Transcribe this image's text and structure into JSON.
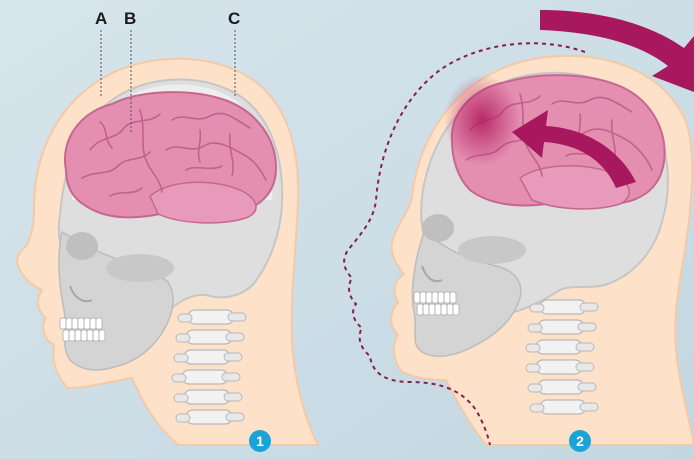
{
  "labels": {
    "a": "A",
    "b": "B",
    "c": "C"
  },
  "panels": [
    {
      "number": "1"
    },
    {
      "number": "2"
    }
  ],
  "colors": {
    "background": "#cbdde6",
    "skin": "#fde1c8",
    "skull": "#e0e0e0",
    "brain": "#e48eb0",
    "arrow": "#a8185e",
    "badge": "#1aa3d6"
  },
  "icons": {
    "motion_arrow": "curved-arrow-icon",
    "impact_arrow": "curved-arrow-icon"
  }
}
